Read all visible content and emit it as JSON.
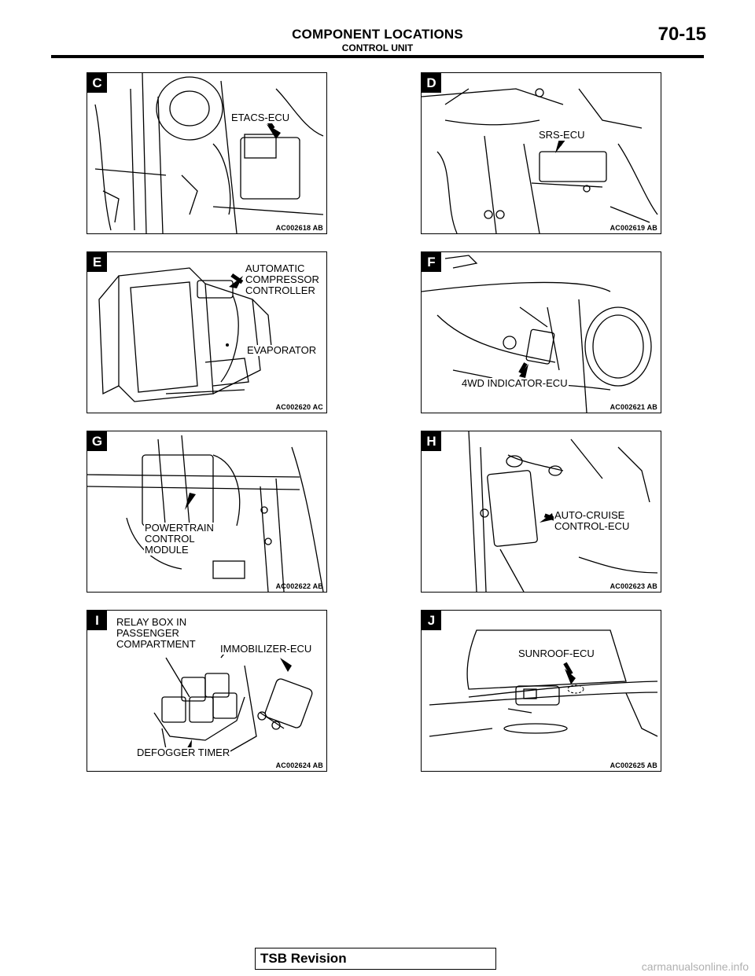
{
  "header": {
    "title": "COMPONENT LOCATIONS",
    "subtitle": "CONTROL UNIT",
    "page_number": "70-15"
  },
  "panels": [
    {
      "letter": "C",
      "callouts": [
        "ETACS-ECU"
      ],
      "code": "AC002618 AB"
    },
    {
      "letter": "D",
      "callouts": [
        "SRS-ECU"
      ],
      "code": "AC002619 AB"
    },
    {
      "letter": "E",
      "callouts": [
        "AUTOMATIC\nCOMPRESSOR\nCONTROLLER",
        "EVAPORATOR"
      ],
      "code": "AC002620 AC"
    },
    {
      "letter": "F",
      "callouts": [
        "4WD INDICATOR-ECU"
      ],
      "code": "AC002621 AB"
    },
    {
      "letter": "G",
      "callouts": [
        "POWERTRAIN\nCONTROL\nMODULE"
      ],
      "code": "AC002622 AB"
    },
    {
      "letter": "H",
      "callouts": [
        "AUTO-CRUISE\nCONTROL-ECU"
      ],
      "code": "AC002623 AB"
    },
    {
      "letter": "I",
      "callouts": [
        "RELAY BOX IN\nPASSENGER\nCOMPARTMENT",
        "IMMOBILIZER-ECU",
        "DEFOGGER TIMER"
      ],
      "code": "AC002624 AB"
    },
    {
      "letter": "J",
      "callouts": [
        "SUNROOF-ECU"
      ],
      "code": "AC002625 AB"
    }
  ],
  "footer": {
    "label": "TSB Revision"
  },
  "watermark": "carmanualsonline.info"
}
